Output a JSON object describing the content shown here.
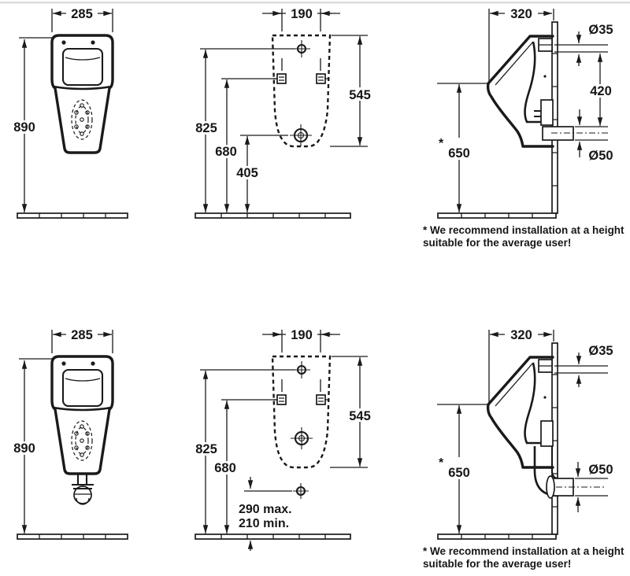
{
  "sheet": {
    "footnote_line1": "* We recommend installation at a height",
    "footnote_line2": "suitable  for the average user!"
  },
  "top_row": {
    "front": {
      "width": "285",
      "height": "890"
    },
    "back": {
      "fixing_centres": "190",
      "ceramic_height": "545",
      "inlet_height": "825",
      "fixing_height": "680",
      "outlet_height": "405"
    },
    "side": {
      "depth": "320",
      "inlet_diameter": "Ø35",
      "inlet_to_outlet": "420",
      "outlet_diameter": "Ø50",
      "install_height": "650",
      "footnote_marker": "*"
    }
  },
  "bottom_row": {
    "front": {
      "width": "285",
      "height": "890"
    },
    "back": {
      "fixing_centres": "190",
      "ceramic_height": "545",
      "inlet_height": "825",
      "fixing_height": "680",
      "outlet_height_max": "290 max.",
      "outlet_height_min": "210 min."
    },
    "side": {
      "depth": "320",
      "inlet_diameter": "Ø35",
      "outlet_diameter": "Ø50",
      "install_height": "650",
      "footnote_marker": "*"
    }
  },
  "colors": {
    "line": "#1a1a1a",
    "background": "#ffffff"
  }
}
